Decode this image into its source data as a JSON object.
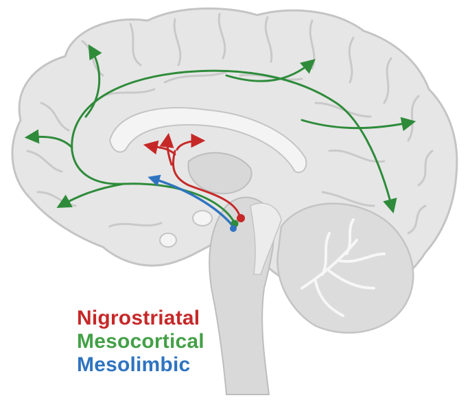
{
  "legend": {
    "items": [
      {
        "label": "Nigrostriatal",
        "color": "#c62828"
      },
      {
        "label": "Mesocortical",
        "color": "#43a047"
      },
      {
        "label": "Mesolimbic",
        "color": "#2f74c0"
      }
    ]
  },
  "colors": {
    "brain_fill": "#e6e6e6",
    "brain_outline": "#c4c4c4",
    "inner_fill": "#d5d5d5",
    "white_matter": "#f4f4f4"
  }
}
